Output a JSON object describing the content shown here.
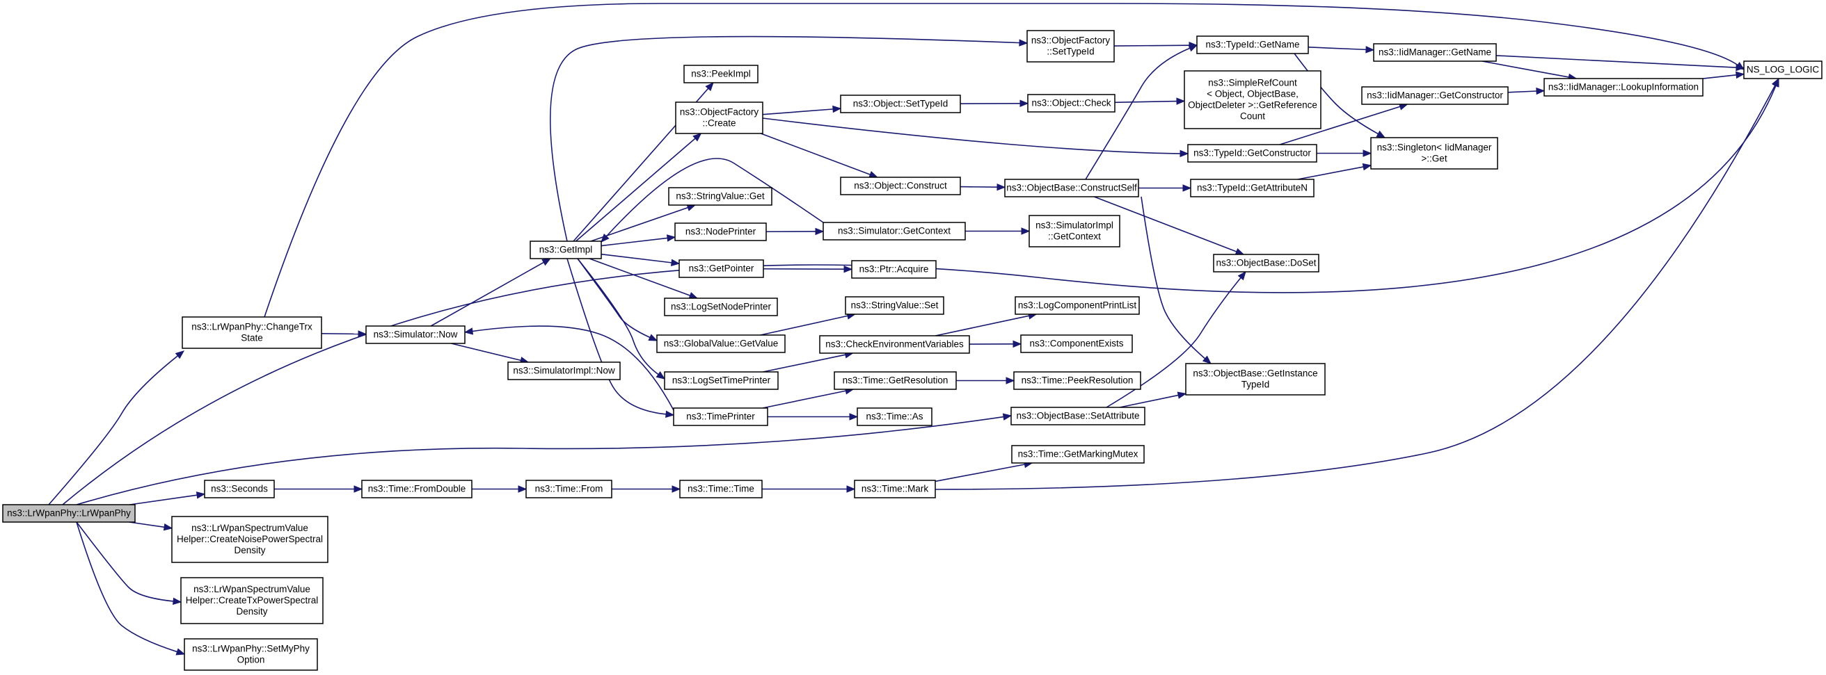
{
  "graph": {
    "title": "",
    "colors": {
      "edge": "#191970",
      "node_border": "#000000",
      "truncated_border": "#ff0000",
      "root_fill": "#bfbfbf",
      "node_fill": "#ffffff"
    },
    "nodes": [
      {
        "id": "root",
        "lines": [
          "ns3::LrWpanPhy::LrWpanPhy"
        ],
        "kind": "root"
      },
      {
        "id": "changetrx",
        "lines": [
          "ns3::LrWpanPhy::ChangeTrx",
          "State"
        ]
      },
      {
        "id": "seconds",
        "lines": [
          "ns3::Seconds"
        ]
      },
      {
        "id": "createnoise",
        "lines": [
          "ns3::LrWpanSpectrumValue",
          "Helper::CreateNoisePowerSpectral",
          "Density"
        ]
      },
      {
        "id": "createtx",
        "lines": [
          "ns3::LrWpanSpectrumValue",
          "Helper::CreateTxPowerSpectral",
          "Density"
        ]
      },
      {
        "id": "setmyphy",
        "lines": [
          "ns3::LrWpanPhy::SetMyPhy",
          "Option"
        ]
      },
      {
        "id": "simnow",
        "lines": [
          "ns3::Simulator::Now"
        ]
      },
      {
        "id": "simimplnow",
        "lines": [
          "ns3::SimulatorImpl::Now"
        ]
      },
      {
        "id": "getimpl",
        "lines": [
          "ns3::GetImpl"
        ]
      },
      {
        "id": "peekimpl",
        "lines": [
          "ns3::PeekImpl"
        ]
      },
      {
        "id": "ofcreate",
        "lines": [
          "ns3::ObjectFactory",
          "::Create"
        ]
      },
      {
        "id": "strget",
        "lines": [
          "ns3::StringValue::Get"
        ]
      },
      {
        "id": "nodeprinter",
        "lines": [
          "ns3::NodePrinter"
        ]
      },
      {
        "id": "getpointer",
        "lines": [
          "ns3::GetPointer"
        ]
      },
      {
        "id": "logsetnode",
        "lines": [
          "ns3::LogSetNodePrinter"
        ]
      },
      {
        "id": "gvgetvalue",
        "lines": [
          "ns3::GlobalValue::GetValue"
        ]
      },
      {
        "id": "logsettime",
        "lines": [
          "ns3::LogSetTimePrinter"
        ]
      },
      {
        "id": "timeprinter",
        "lines": [
          "ns3::TimePrinter"
        ]
      },
      {
        "id": "ofsettypeid",
        "lines": [
          "ns3::ObjectFactory",
          "::SetTypeId"
        ]
      },
      {
        "id": "objsettypeid",
        "lines": [
          "ns3::Object::SetTypeId"
        ]
      },
      {
        "id": "objconstruct",
        "lines": [
          "ns3::Object::Construct"
        ]
      },
      {
        "id": "simgetcontext",
        "lines": [
          "ns3::Simulator::GetContext"
        ]
      },
      {
        "id": "ptracquire",
        "lines": [
          "ns3::Ptr::Acquire"
        ]
      },
      {
        "id": "strset",
        "lines": [
          "ns3::StringValue::Set"
        ]
      },
      {
        "id": "checkenv",
        "lines": [
          "ns3::CheckEnvironmentVariables"
        ]
      },
      {
        "id": "timegetres",
        "lines": [
          "ns3::Time::GetResolution"
        ]
      },
      {
        "id": "timeas",
        "lines": [
          "ns3::Time::As"
        ]
      },
      {
        "id": "objcheck",
        "lines": [
          "ns3::Object::Check"
        ]
      },
      {
        "id": "constructself",
        "lines": [
          "ns3::ObjectBase::ConstructSelf"
        ],
        "kind": "truncated"
      },
      {
        "id": "simimplgetctx",
        "lines": [
          "ns3::SimulatorImpl",
          "::GetContext"
        ]
      },
      {
        "id": "logcompprint",
        "lines": [
          "ns3::LogComponentPrintList"
        ],
        "kind": "truncated"
      },
      {
        "id": "compexists",
        "lines": [
          "ns3::ComponentExists"
        ],
        "kind": "truncated"
      },
      {
        "id": "timepeekres",
        "lines": [
          "ns3::Time::PeekResolution"
        ],
        "kind": "truncated"
      },
      {
        "id": "setattribute",
        "lines": [
          "ns3::ObjectBase::SetAttribute"
        ]
      },
      {
        "id": "getmarkingmutex",
        "lines": [
          "ns3::Time::GetMarkingMutex"
        ]
      },
      {
        "id": "fromdouble",
        "lines": [
          "ns3::Time::FromDouble"
        ]
      },
      {
        "id": "timefrom",
        "lines": [
          "ns3::Time::From"
        ]
      },
      {
        "id": "timetime",
        "lines": [
          "ns3::Time::Time"
        ]
      },
      {
        "id": "timemark",
        "lines": [
          "ns3::Time::Mark"
        ]
      },
      {
        "id": "typeidgetname",
        "lines": [
          "ns3::TypeId::GetName"
        ]
      },
      {
        "id": "simplerefcount",
        "lines": [
          "ns3::SimpleRefCount",
          "< Object, ObjectBase,",
          "ObjectDeleter >::GetReference",
          "Count"
        ]
      },
      {
        "id": "typeidgetctor",
        "lines": [
          "ns3::TypeId::GetConstructor"
        ]
      },
      {
        "id": "typeidgetattrn",
        "lines": [
          "ns3::TypeId::GetAttributeN"
        ],
        "kind": "truncated"
      },
      {
        "id": "dosset",
        "lines": [
          "ns3::ObjectBase::DoSet"
        ]
      },
      {
        "id": "getinstancetypeid",
        "lines": [
          "ns3::ObjectBase::GetInstance",
          "TypeId"
        ]
      },
      {
        "id": "iidgetname",
        "lines": [
          "ns3::IidManager::GetName"
        ]
      },
      {
        "id": "iidgetctor",
        "lines": [
          "ns3::IidManager::GetConstructor"
        ]
      },
      {
        "id": "singletonget",
        "lines": [
          "ns3::Singleton< IidManager",
          ">::Get"
        ]
      },
      {
        "id": "lookupinfo",
        "lines": [
          "ns3::IidManager::LookupInformation"
        ]
      },
      {
        "id": "nslog",
        "lines": [
          "NS_LOG_LOGIC"
        ]
      }
    ]
  }
}
